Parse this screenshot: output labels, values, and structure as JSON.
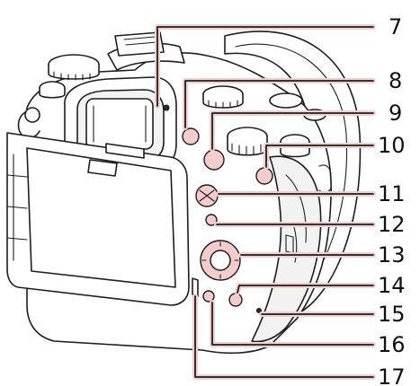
{
  "callouts": [
    {
      "number": "7"
    },
    {
      "number": "8"
    },
    {
      "number": "9"
    },
    {
      "number": "10"
    },
    {
      "number": "11"
    },
    {
      "number": "12"
    },
    {
      "number": "13"
    },
    {
      "number": "14"
    },
    {
      "number": "15"
    },
    {
      "number": "16"
    },
    {
      "number": "17"
    }
  ],
  "colors": {
    "highlight": "#f4cccc",
    "outline": "#1e1e1e",
    "background": "#ffffff"
  }
}
